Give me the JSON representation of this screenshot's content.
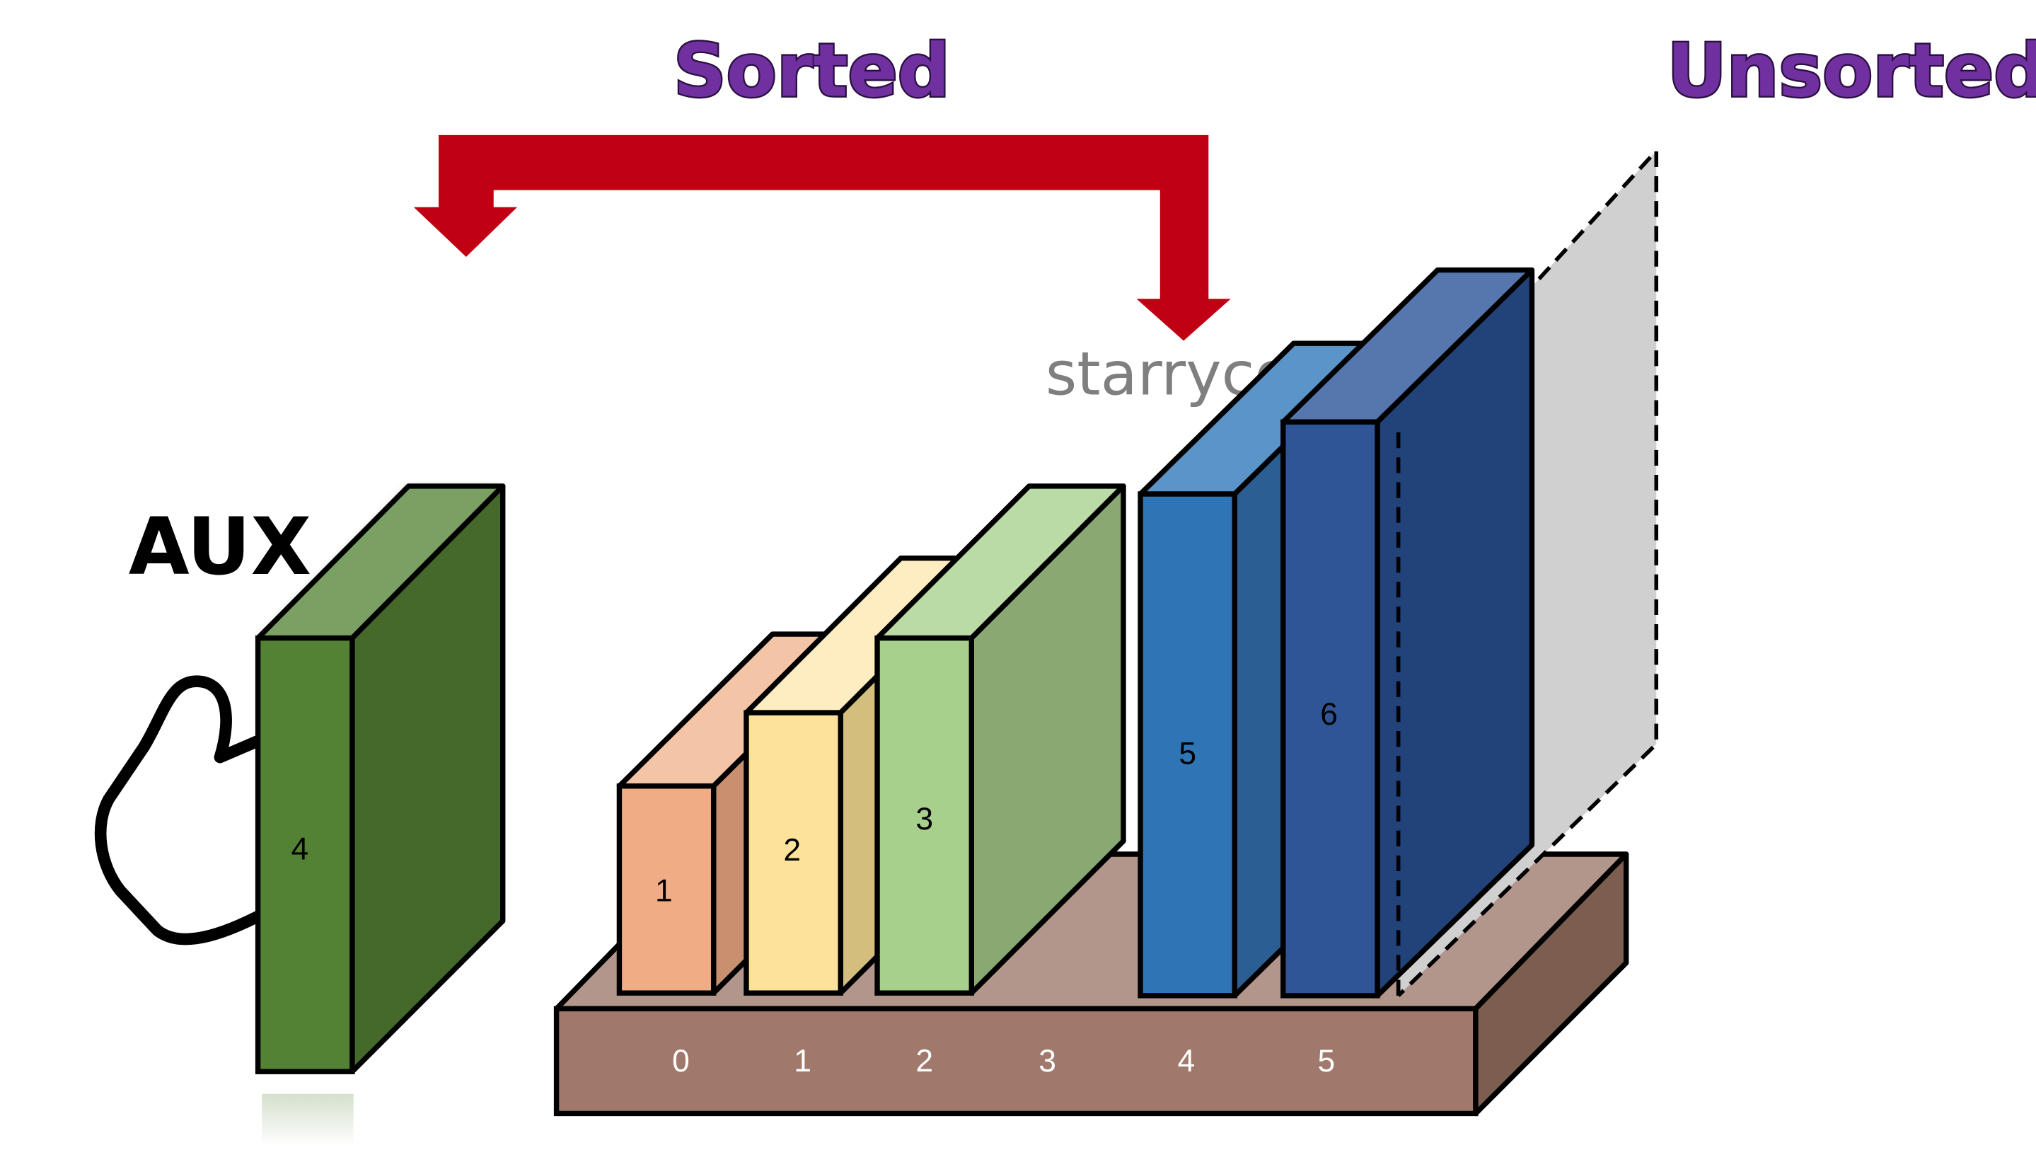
{
  "headers": {
    "sorted": "Sorted",
    "unsorted": "Unsorted",
    "aux": "AUX"
  },
  "watermark": "starrycode.github.io",
  "aux_book": {
    "value": "4",
    "color": "#548235"
  },
  "books": [
    {
      "value": "1",
      "color": "#F0AD85"
    },
    {
      "value": "2",
      "color": "#FCE29A"
    },
    {
      "value": "3",
      "color": "#A8D08D"
    },
    {
      "value": "5",
      "color": "#2F75B5"
    },
    {
      "value": "6",
      "color": "#2F5597"
    }
  ],
  "indices": [
    "0",
    "1",
    "2",
    "3",
    "4",
    "5"
  ],
  "colors": {
    "arrow": "#C00012",
    "header": "#7030A0",
    "shelf": "#A0796C",
    "placeholder": "#D0D0D0"
  }
}
